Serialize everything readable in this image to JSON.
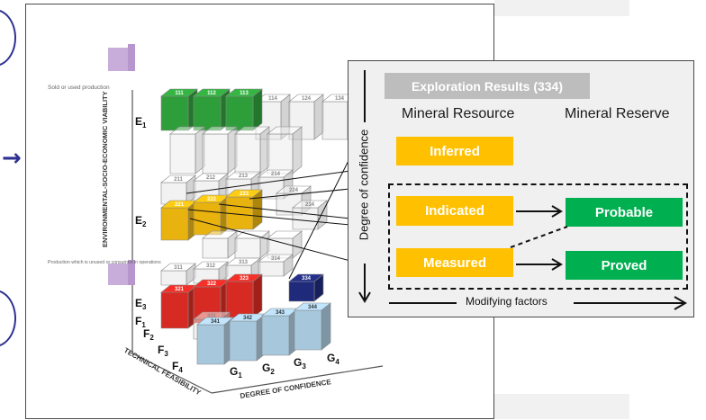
{
  "left_panel": {
    "labels": {
      "sold": "Sold or used production",
      "production_unused": "Production which is unused or consumed in operations",
      "env_axis": "ENVIRONMENTAL-SOCIO-ECONOMIC VIABILITY",
      "tech_axis": "TECHNICAL FEASIBILITY",
      "conf_axis": "DEGREE OF CONFIDENCE",
      "e1": "E",
      "e1_sub": "1",
      "e2": "E",
      "e2_sub": "2",
      "e3": "E",
      "e3_sub": "3",
      "f1": "F",
      "f1_sub": "1",
      "f2": "F",
      "f2_sub": "2",
      "f3": "F",
      "f3_sub": "3",
      "f4": "F",
      "f4_sub": "4",
      "g1": "G",
      "g1_sub": "1",
      "g2": "G",
      "g2_sub": "2",
      "g3": "G",
      "g3_sub": "3",
      "g4": "G",
      "g4_sub": "4"
    },
    "cube_codes": {
      "green": [
        "111",
        "112",
        "113"
      ],
      "top_grey": [
        "114",
        "124",
        "134"
      ],
      "mid_grey": [
        "211",
        "212",
        "213",
        "214",
        "224",
        "234"
      ],
      "yellow": [
        "221",
        "222",
        "223"
      ],
      "red": [
        "321",
        "322",
        "323",
        "331"
      ],
      "bottom_grey": [
        "311",
        "312",
        "313",
        "314"
      ],
      "navy": [
        "334"
      ],
      "blue": [
        "341",
        "342",
        "343",
        "344"
      ]
    },
    "colors": {
      "green": "#2e9e3a",
      "yellow": "#e8b20f",
      "red": "#d62a23",
      "navy": "#1f2a7a",
      "blue": "#a7c7dc",
      "lilac": "#c8addb"
    }
  },
  "inset": {
    "exploration": "Exploration Results (334)",
    "mineral_resource": "Mineral Resource",
    "mineral_reserve": "Mineral Reserve",
    "inferred": "Inferred",
    "indicated": "Indicated",
    "measured": "Measured",
    "probable": "Probable",
    "proved": "Proved",
    "degree_of_confidence": "Degree of confidence",
    "modifying_factors": "Modifying factors",
    "colors": {
      "amber": "#ffc000",
      "green": "#00b050",
      "grey": "#bdbdbd"
    }
  }
}
